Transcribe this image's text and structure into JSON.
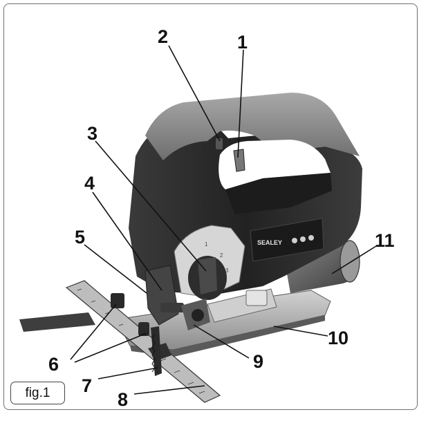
{
  "figure_label": "fig.1",
  "brand_text": "SEALEY",
  "callouts": [
    {
      "id": "1",
      "text": "1"
    },
    {
      "id": "2",
      "text": "2"
    },
    {
      "id": "3",
      "text": "3"
    },
    {
      "id": "4",
      "text": "4"
    },
    {
      "id": "5",
      "text": "5"
    },
    {
      "id": "6",
      "text": "6"
    },
    {
      "id": "7",
      "text": "7"
    },
    {
      "id": "8",
      "text": "8"
    },
    {
      "id": "9",
      "text": "9"
    },
    {
      "id": "10",
      "text": "10"
    },
    {
      "id": "11",
      "text": "11"
    }
  ],
  "speed_dial_marks": [
    "1",
    "2",
    "3"
  ],
  "colors": {
    "body_dark": "#2b2b2b",
    "body_mid": "#6a6a6a",
    "grip_light": "#9a9a9a",
    "metal": "#c9c9c9"
  }
}
